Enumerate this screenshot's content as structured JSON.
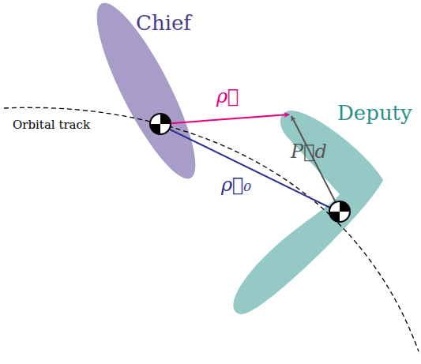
{
  "diagram": {
    "labels": [
      "Chief",
      "Deputy",
      "Orbital track",
      "ρ⃗",
      "ρ⃗₀",
      "P⃗d"
    ]
  }
}
